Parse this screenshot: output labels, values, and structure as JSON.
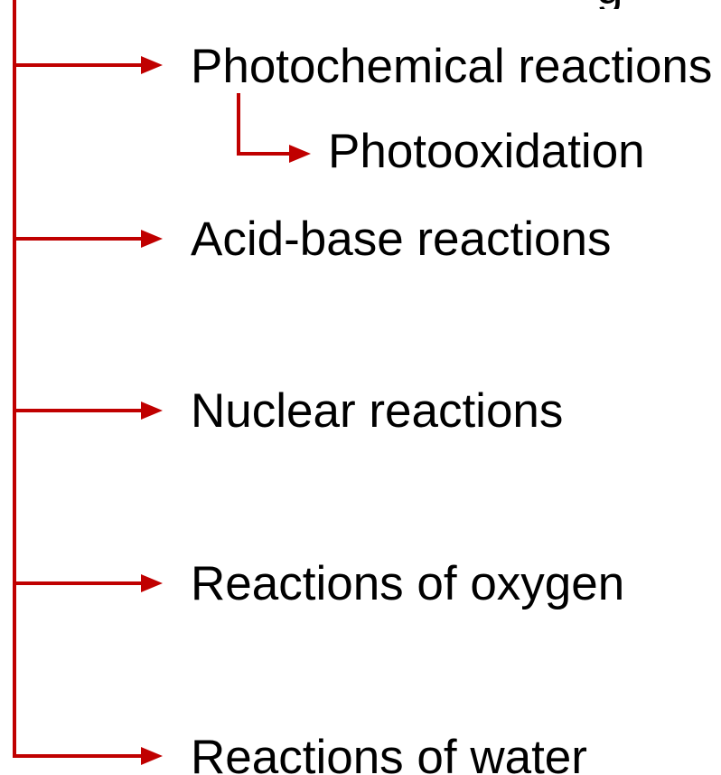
{
  "diagram": {
    "accent_color": "#c00000",
    "text_color": "#000000",
    "items": [
      {
        "label": "Photochemical reactions",
        "level": 1
      },
      {
        "label": "Photooxidation",
        "level": 2
      },
      {
        "label": "Acid-base reactions",
        "level": 1
      },
      {
        "label": "Nuclear reactions",
        "level": 1
      },
      {
        "label": "Reactions of oxygen",
        "level": 1
      },
      {
        "label": "Reactions of water",
        "level": 1
      }
    ],
    "cropped_top_text": "g"
  }
}
